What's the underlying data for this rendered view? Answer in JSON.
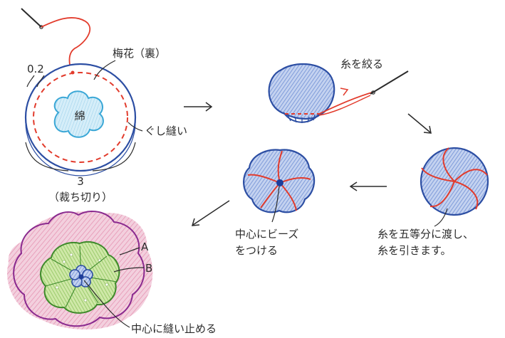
{
  "labels": {
    "dim_small": "0.2",
    "back_side": "梅花（裏）",
    "cotton": "綿",
    "running_stitch": "ぐし縫い",
    "dim_large": "3",
    "cut_size": "（裁ち切り）",
    "gather_thread": "糸を絞る",
    "divide_line1": "糸を五等分に渡し、",
    "divide_line2": "糸を引きます。",
    "bead_line1": "中心にビーズ",
    "bead_line2": "をつける",
    "label_a": "A",
    "label_b": "B",
    "sew_center": "中心に縫い止める"
  },
  "colors": {
    "outline": "#2c4ea3",
    "fabric_fill": "#6f8fd4",
    "thread": "#e23b2c",
    "cotton": "#3aa7d6",
    "cotton_fill": "#bfe3f4",
    "outer_flower": "#8a2a8f",
    "inner_green": "#3d8a2a",
    "green_fill": "#b6d98a",
    "pink": "#e79bb8",
    "bead": "#1d3d9a",
    "ink": "#2b2b2b"
  }
}
